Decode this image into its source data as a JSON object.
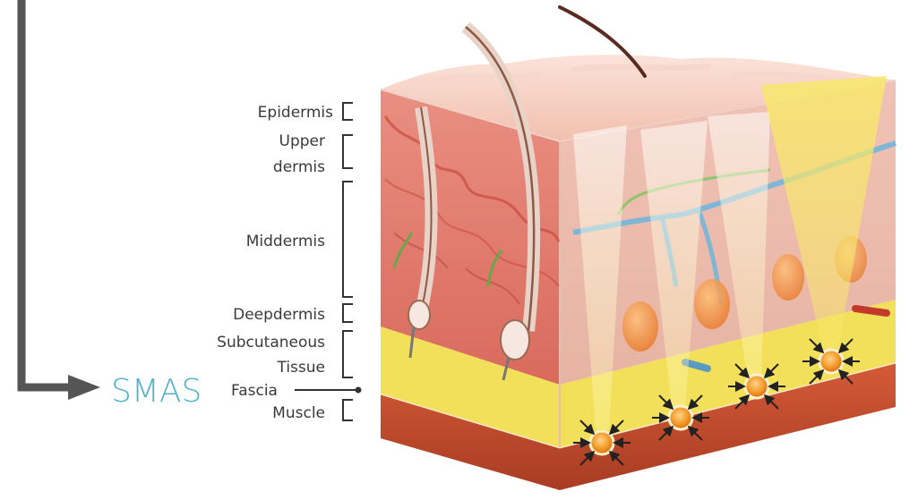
{
  "labels": {
    "epidermis": "Epidermis",
    "upper_dermis_line1": "Upper",
    "upper_dermis_line2": "dermis",
    "middermis": "Middermis",
    "deepdermis": "Deepdermis",
    "subcutaneous_line1": "Subcutaneous",
    "subcutaneous_line2": "Tissue",
    "smas": "SMAS",
    "fascia": "Fascia",
    "muscle": "Muscle"
  },
  "colors": {
    "smas_accent": "#4fb3c8",
    "arrow": "#555555",
    "label_text": "#3a3a3a",
    "epidermis_top": "#f6cdbf",
    "dermis": "#e9a497",
    "subcutaneous_fat": "#f2e05a",
    "muscle": "#c9502f",
    "focal_point": "#f29a2a",
    "blood_vessel_blue": "#7fb6d6",
    "blood_vessel_red": "#c43a2a",
    "ultrasound_beam": "#f7f0a0"
  },
  "icons": {
    "pointer_arrow": "arrow-right-icon",
    "focal_point": "thermal-coagulation-point-icon"
  }
}
